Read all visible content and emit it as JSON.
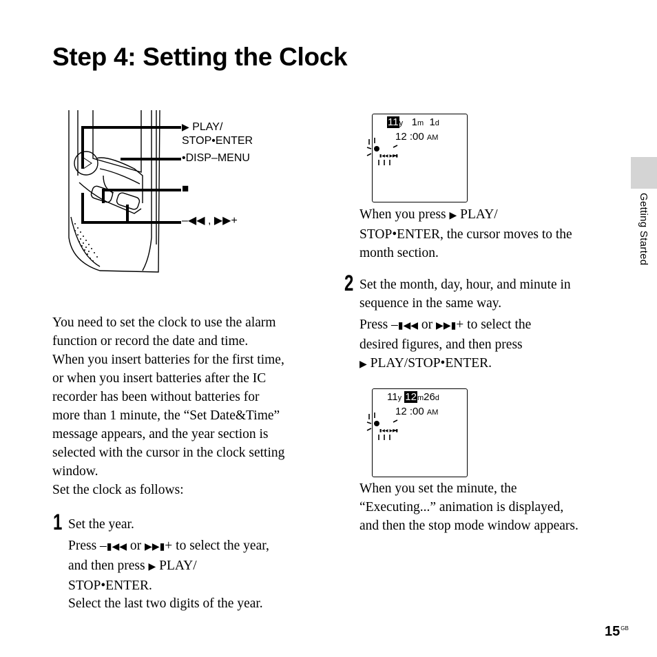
{
  "page": {
    "title": "Step 4: Setting the Clock",
    "side_label": "Getting Started",
    "page_number": "15",
    "page_suffix": "GB"
  },
  "device_diagram": {
    "callout_play": "PLAY/",
    "callout_stop_enter": "STOP•ENTER",
    "callout_disp_menu": "•DISP–MENU",
    "callout_stop_symbol": "■",
    "callout_skip": "–◀◀ , ▶▶+"
  },
  "intro": {
    "lines": [
      "You need to set the clock to use the alarm",
      "function or record the date and time.",
      "When you insert batteries for the first time,",
      "or when you insert batteries after the IC",
      "recorder has been without batteries for",
      "more than 1 minute, the “Set Date&Time”",
      "message appears, and the year section is",
      "selected with the cursor in the clock setting",
      "window.",
      "Set the clock as follows:"
    ]
  },
  "step1": {
    "number": "1",
    "heading": "Set the year.",
    "press_line1_a": "Press –",
    "press_line1_b": " or ",
    "press_line1_c": "+ to select the year,",
    "press_line2_a": "and then press ",
    "press_line2_b": " PLAY/",
    "press_line3": "STOP•ENTER.",
    "note": "Select the last two digits of the year."
  },
  "lcd1": {
    "year": "11",
    "year_unit": "y",
    "month": "1",
    "month_unit": "m",
    "day": "1",
    "day_unit": "d",
    "time": "12 :00",
    "ampm": "AM"
  },
  "after_lcd1": {
    "line1_a": "When you press ",
    "line1_b": " PLAY/",
    "line2": "STOP•ENTER, the cursor moves to the",
    "line3": "month section."
  },
  "step2": {
    "number": "2",
    "line1": "Set the month, day, hour, and minute in",
    "line2": "sequence in the same way.",
    "press_a": "Press –",
    "press_b": " or ",
    "press_c": "+ to select the",
    "press_line2": "desired figures, and then press",
    "press_line3": " PLAY/STOP•ENTER."
  },
  "lcd2": {
    "year": "11",
    "year_unit": "y",
    "month": "12",
    "month_unit": "m",
    "day": "26",
    "day_unit": "d",
    "time": "12 :00",
    "ampm": "AM"
  },
  "after_lcd2": {
    "lines": [
      "When you set the minute, the",
      "“Executing...” animation is displayed,",
      "and then the stop mode window appears."
    ]
  }
}
